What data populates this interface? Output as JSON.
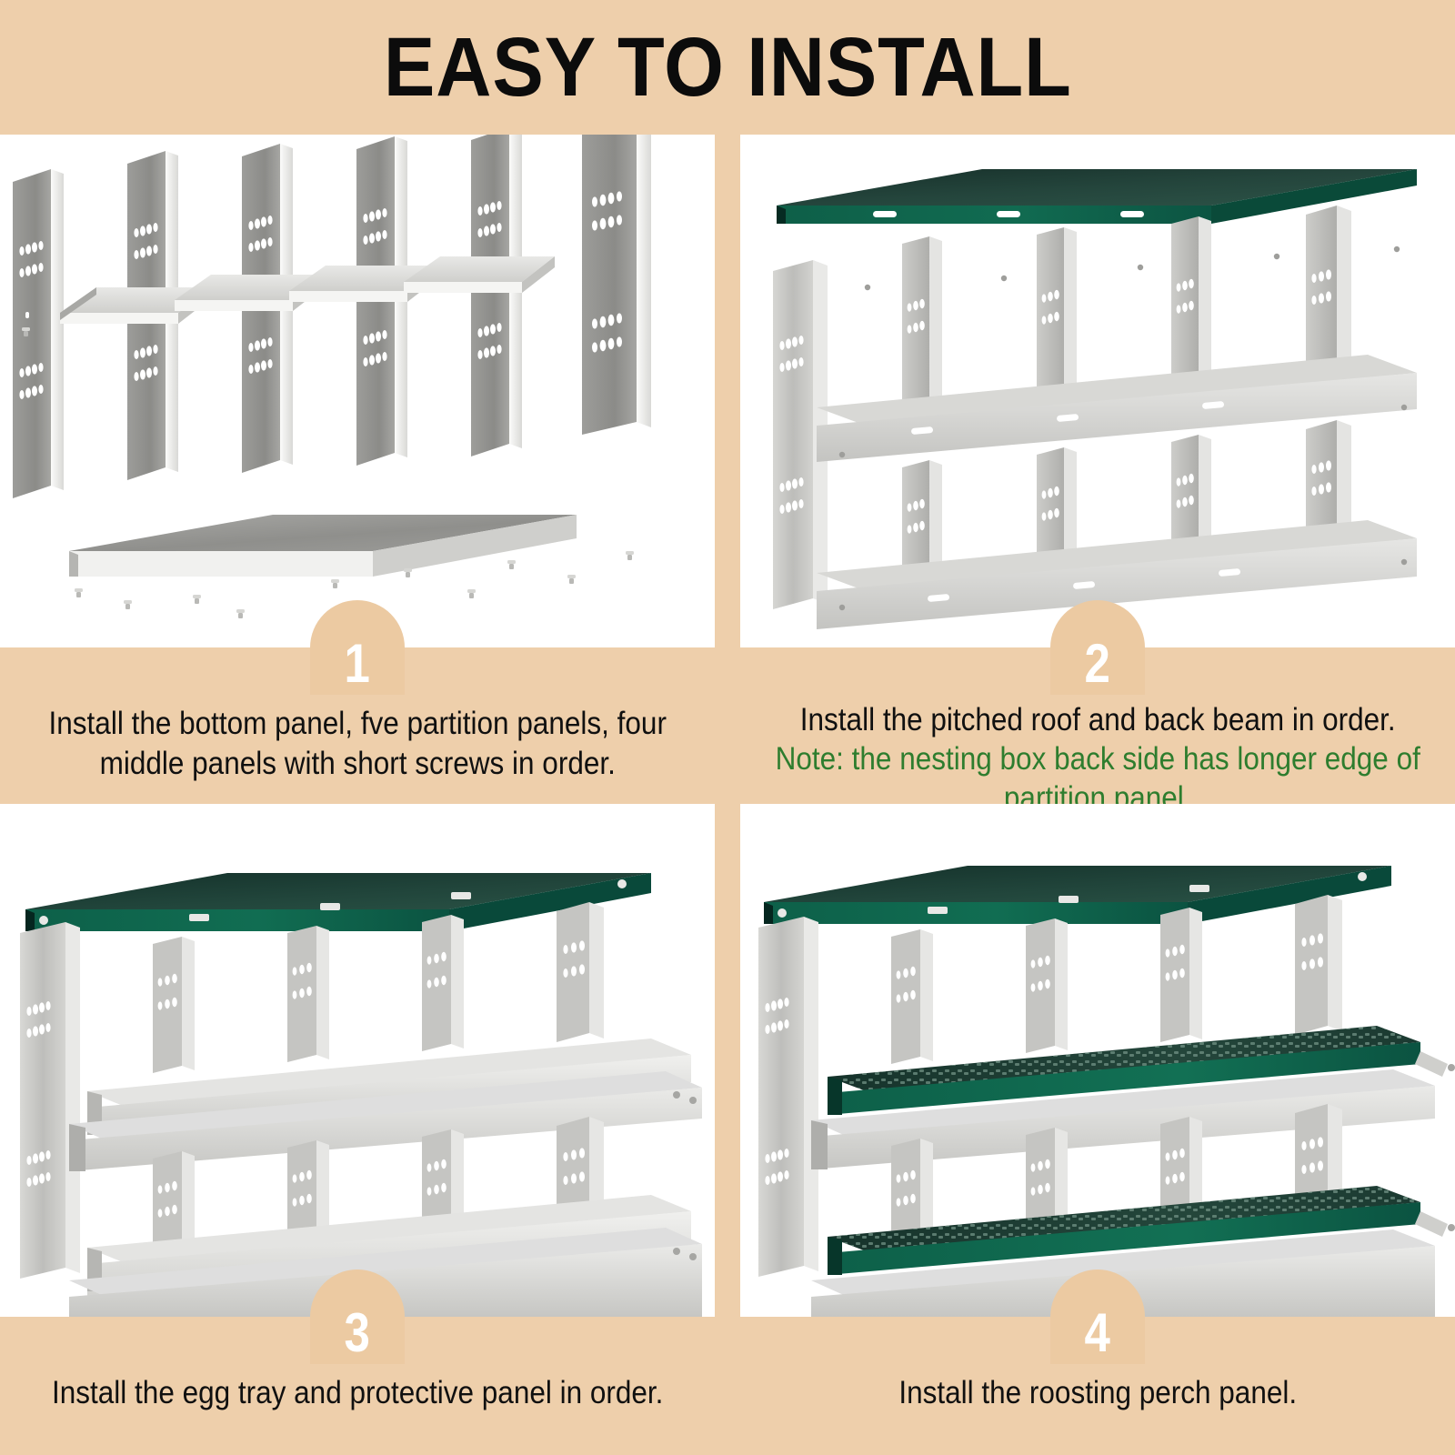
{
  "header": {
    "title": "EASY TO INSTALL"
  },
  "colors": {
    "background_tan": "#eecfab",
    "panel_white": "#ffffff",
    "badge_tan": "#eccaa2",
    "note_green": "#2e7d2e",
    "roof_green": "#10604a",
    "roof_green_dark": "#0b3b2d",
    "metal_light": "#e9e9e7",
    "metal_mid": "#c9c9c6",
    "metal_dark": "#8e8e8b",
    "text_black": "#101010"
  },
  "steps": [
    {
      "number": "1",
      "caption": "Install the bottom panel, fve partition panels, four middle panels with short screws in order.",
      "note": "",
      "image_alt": "exploded view of five perforated partition panels, four middle shelf panels and the bottom panel with loose screws"
    },
    {
      "number": "2",
      "caption": "Install the pitched roof and back beam in order.",
      "note": "Note: the nesting box back side has longer edge of partition panel.",
      "image_alt": "green pitched roof panel floating above the assembled two-row four-compartment nesting box frame"
    },
    {
      "number": "3",
      "caption": "Install the egg tray and protective panel in order.",
      "note": "",
      "image_alt": "nesting box with green roof fitted and two silver egg trays with protective front panels installed"
    },
    {
      "number": "4",
      "caption": "Install the roosting perch panel.",
      "note": "",
      "image_alt": "completed nesting box with two green perforated roosting perch panels mounted across the front"
    }
  ],
  "product": {
    "compartment_rows": 2,
    "compartment_columns": 4,
    "partition_panels": 5,
    "middle_panels": 4,
    "roof_slots": 3
  }
}
